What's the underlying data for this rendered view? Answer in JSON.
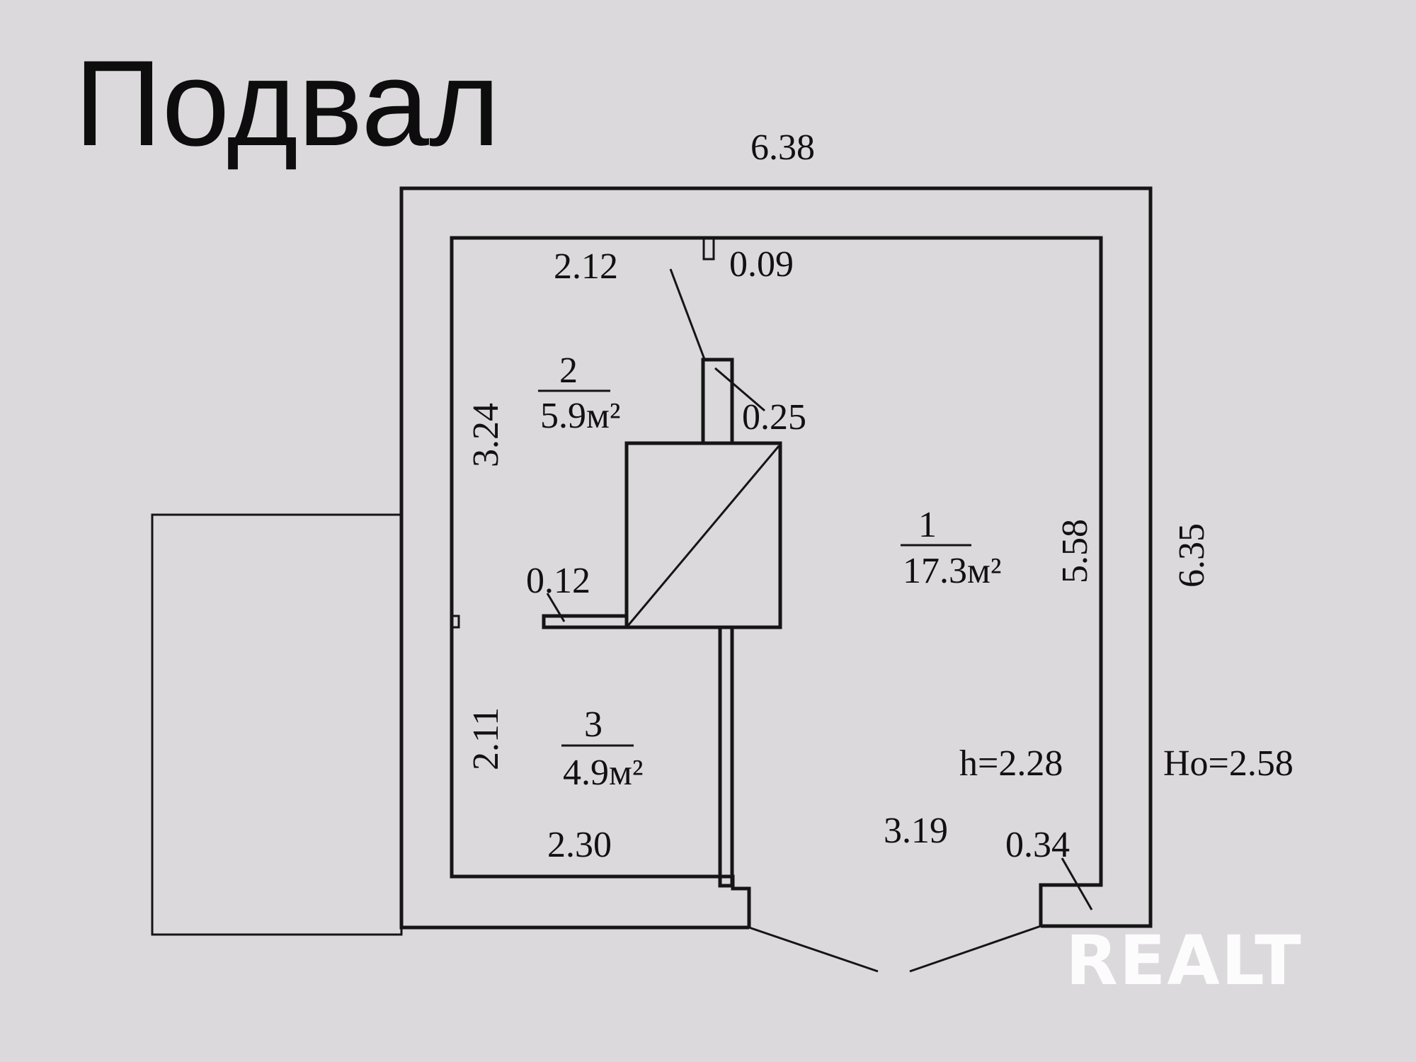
{
  "title": "Подвал",
  "dimensions": {
    "outer_width": "6.38",
    "outer_height": "6.35",
    "room2_top": "2.12",
    "niche": "0.09",
    "partition_top": "0.25",
    "room2_height": "3.24",
    "partition_mid": "0.12",
    "room3_height": "2.11",
    "room3_width": "2.30",
    "room1_height": "5.58",
    "room1_width": "3.19",
    "corner": "0.34",
    "ceiling_h": "h=2.28",
    "outer_h": "Ho=2.58"
  },
  "rooms": [
    {
      "number": "1",
      "area": "17.3м²"
    },
    {
      "number": "2",
      "area": "5.9м²"
    },
    {
      "number": "3",
      "area": "4.9м²"
    }
  ],
  "watermark": "REALT"
}
